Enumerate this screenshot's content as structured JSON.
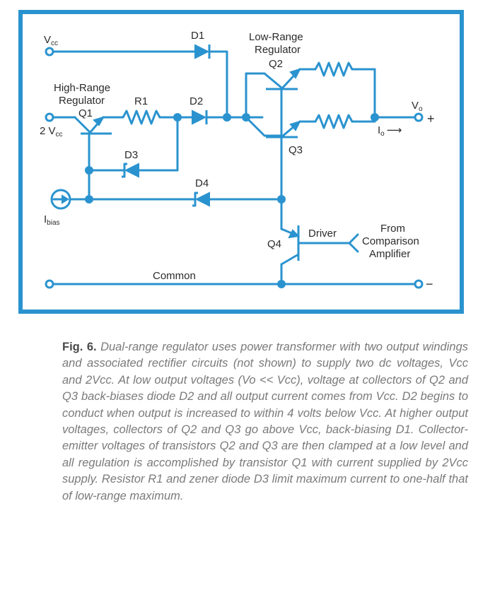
{
  "diagram": {
    "labels": {
      "vcc": "V",
      "vcc_sub": "cc",
      "d1": "D1",
      "low_range_1": "Low-Range",
      "low_range_2": "Regulator",
      "q2": "Q2",
      "high_range_1": "High-Range",
      "high_range_2": "Regulator",
      "q1": "Q1",
      "r1": "R1",
      "d2": "D2",
      "two_vcc": "2 V",
      "two_vcc_sub": "cc",
      "d3": "D3",
      "q3": "Q3",
      "vo": "V",
      "vo_sub": "o",
      "plus": "+",
      "io": "I",
      "io_sub": "o",
      "io_arrow": "⟶",
      "d4": "D4",
      "ibias": "I",
      "ibias_sub": "bias",
      "driver": "Driver",
      "from_1": "From",
      "from_2": "Comparison",
      "from_3": "Amplifier",
      "q4": "Q4",
      "common": "Common",
      "minus": "−"
    },
    "colors": {
      "line": "#2a93cf",
      "text": "#2b2b2b"
    }
  },
  "caption": {
    "label": "Fig. 6.",
    "text": "Dual-range regulator uses power transformer with two output windings and associated rectifier circuits (not shown) to supply two dc voltages, Vcc and 2Vcc. At low output voltages (Vo << Vcc), voltage at collectors of Q2 and Q3 back-biases diode D2 and all output current comes from Vcc. D2 begins to conduct when output is increased to within 4 volts below Vcc. At higher output voltages, collectors of Q2 and Q3 go above Vcc, back-biasing D1. Collector-emitter voltages of transistors Q2 and Q3 are then clamped at a low level and all regulation is accomplished by transistor Q1 with current supplied by 2Vcc supply. Resistor R1 and zener diode D3 limit maximum current to one-half that of low-range maximum."
  }
}
